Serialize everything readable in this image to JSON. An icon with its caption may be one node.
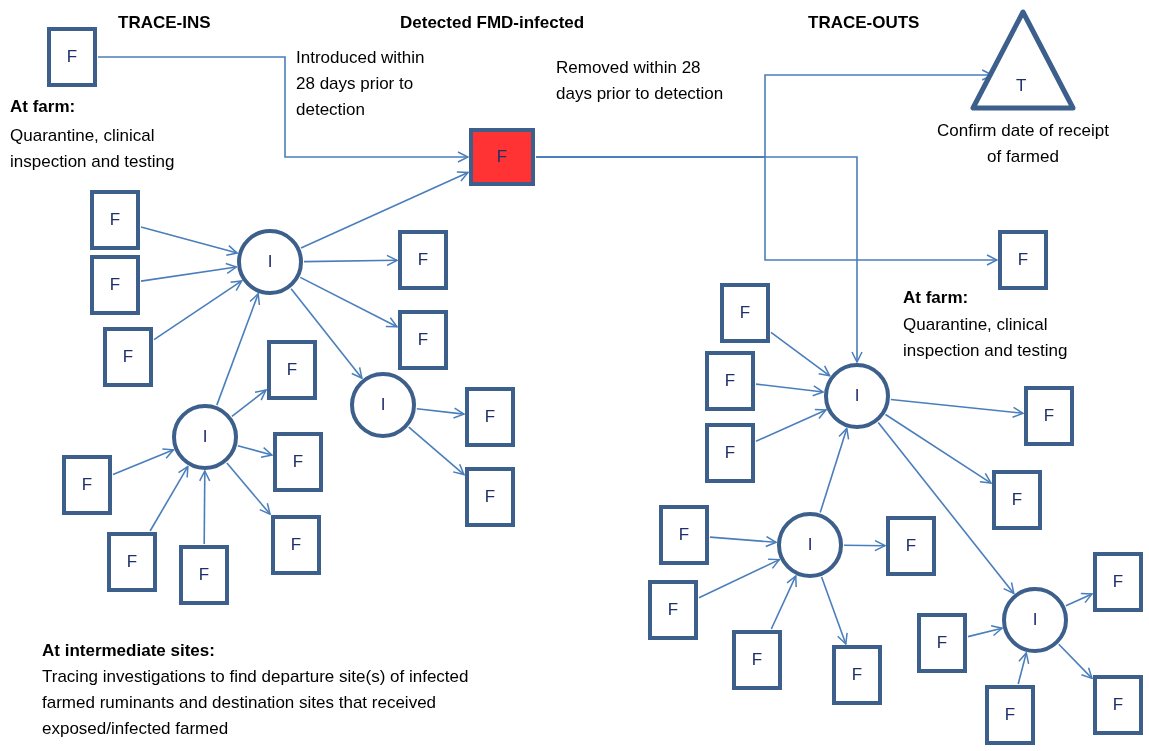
{
  "diagram": {
    "nodes": [
      {
        "text": [
          "F"
        ]
      },
      {
        "text": [
          "F"
        ]
      },
      {
        "text": [
          "T",
          "Confirm date of receipt of farmed"
        ]
      },
      {
        "text": [
          "F"
        ]
      },
      {
        "text": [
          "F"
        ]
      },
      {
        "text": [
          "F"
        ]
      },
      {
        "text": [
          "F"
        ]
      },
      {
        "text": [
          "I"
        ]
      },
      {
        "text": [
          "F"
        ]
      },
      {
        "text": [
          "F"
        ]
      },
      {
        "text": [
          "F"
        ]
      },
      {
        "text": [
          "I"
        ]
      },
      {
        "text": [
          "I"
        ]
      },
      {
        "text": [
          "F"
        ]
      },
      {
        "text": [
          "F"
        ]
      },
      {
        "text": [
          "F"
        ]
      },
      {
        "text": [
          "F"
        ]
      },
      {
        "text": [
          "F"
        ]
      },
      {
        "text": [
          "F"
        ]
      },
      {
        "text": [
          "F"
        ]
      },
      {
        "text": [
          "F"
        ]
      },
      {
        "text": [
          "F"
        ]
      },
      {
        "text": [
          "F"
        ]
      },
      {
        "text": [
          "I"
        ]
      },
      {
        "text": [
          "F"
        ]
      },
      {
        "text": [
          "F"
        ]
      },
      {
        "text": [
          "F"
        ]
      },
      {
        "text": [
          "I"
        ]
      },
      {
        "text": [
          "F"
        ]
      },
      {
        "text": [
          "F"
        ]
      },
      {
        "text": [
          "F"
        ]
      },
      {
        "text": [
          "F"
        ]
      },
      {
        "text": [
          "F"
        ]
      },
      {
        "text": [
          "I"
        ]
      },
      {
        "text": [
          "F"
        ]
      },
      {
        "text": [
          "F"
        ]
      },
      {
        "text": [
          "F"
        ]
      }
    ],
    "edges": [
      {
        "from": 0,
        "to": 1,
        "arrow": "to",
        "label": "Introduced within 28 days prior to detection"
      },
      {
        "from": 7,
        "to": 1,
        "arrow": "to"
      },
      {
        "from": 1,
        "to": 2,
        "arrow": "to"
      },
      {
        "from": 1,
        "to": 3,
        "arrow": "to"
      },
      {
        "from": 1,
        "to": 23,
        "arrow": "to"
      },
      {
        "from": 4,
        "to": 7,
        "arrow": "to"
      },
      {
        "from": 5,
        "to": 7,
        "arrow": "to"
      },
      {
        "from": 6,
        "to": 7,
        "arrow": "to"
      },
      {
        "from": 11,
        "to": 7,
        "arrow": "to"
      },
      {
        "from": 7,
        "to": 8,
        "arrow": "to"
      },
      {
        "from": 7,
        "to": 9,
        "arrow": "to"
      },
      {
        "from": 7,
        "to": 12,
        "arrow": "to"
      },
      {
        "from": 13,
        "to": 11,
        "arrow": "to"
      },
      {
        "from": 16,
        "to": 11,
        "arrow": "to"
      },
      {
        "from": 17,
        "to": 11,
        "arrow": "to"
      },
      {
        "from": 11,
        "to": 10,
        "arrow": "to"
      },
      {
        "from": 11,
        "to": 14,
        "arrow": "to"
      },
      {
        "from": 11,
        "to": 18,
        "arrow": "to"
      },
      {
        "from": 12,
        "to": 15,
        "arrow": "to"
      },
      {
        "from": 12,
        "to": 19,
        "arrow": "to"
      },
      {
        "from": 20,
        "to": 23,
        "arrow": "to"
      },
      {
        "from": 21,
        "to": 23,
        "arrow": "to"
      },
      {
        "from": 22,
        "to": 23,
        "arrow": "to"
      },
      {
        "from": 27,
        "to": 23,
        "arrow": "to"
      },
      {
        "from": 23,
        "to": 24,
        "arrow": "to"
      },
      {
        "from": 23,
        "to": 25,
        "arrow": "to"
      },
      {
        "from": 23,
        "to": 33,
        "arrow": "to"
      },
      {
        "from": 26,
        "to": 27,
        "arrow": "to"
      },
      {
        "from": 29,
        "to": 27,
        "arrow": "to"
      },
      {
        "from": 30,
        "to": 27,
        "arrow": "to"
      },
      {
        "from": 27,
        "to": 28,
        "arrow": "to"
      },
      {
        "from": 27,
        "to": 31,
        "arrow": "to"
      },
      {
        "from": 32,
        "to": 33,
        "arrow": "to"
      },
      {
        "from": 35,
        "to": 33,
        "arrow": "to"
      },
      {
        "from": 33,
        "to": 34,
        "arrow": "to"
      },
      {
        "from": 33,
        "to": 36,
        "arrow": "to"
      }
    ],
    "labels": [
      "TRACE-INS",
      "Detected FMD-infected",
      "TRACE-OUTS",
      "Removed within 28 days prior to detection",
      "At farm:",
      "Quarantine, clinical inspection and testing",
      "At farm:",
      "Quarantine, clinical inspection and testing",
      "At intermediate sites:",
      "Tracing investigations to find departure site(s) of infected farmed ruminants and destination sites that received exposed/infected farmed"
    ]
  }
}
